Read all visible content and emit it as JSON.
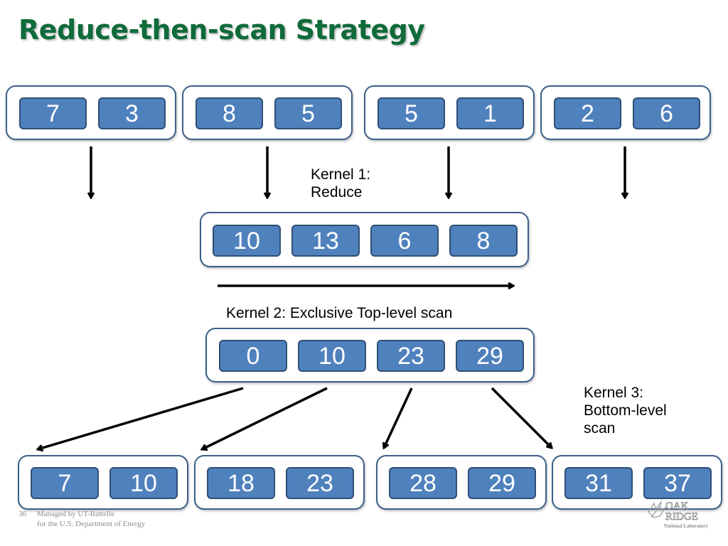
{
  "title": "Reduce-then-scan Strategy",
  "input_groups": [
    {
      "values": [
        "7",
        "3"
      ]
    },
    {
      "values": [
        "8",
        "5"
      ]
    },
    {
      "values": [
        "5",
        "1"
      ]
    },
    {
      "values": [
        "2",
        "6"
      ]
    }
  ],
  "reduced_values": [
    "10",
    "13",
    "6",
    "8"
  ],
  "scanned_values": [
    "0",
    "10",
    "23",
    "29"
  ],
  "output_groups": [
    {
      "values": [
        "7",
        "10"
      ]
    },
    {
      "values": [
        "18",
        "23"
      ]
    },
    {
      "values": [
        "28",
        "29"
      ]
    },
    {
      "values": [
        "31",
        "37"
      ]
    }
  ],
  "labels": {
    "kernel1_line1": "Kernel 1:",
    "kernel1_line2": "Reduce",
    "kernel2": "Kernel 2: Exclusive Top-level scan",
    "kernel3_line1": "Kernel 3:",
    "kernel3_line2": "Bottom-level",
    "kernel3_line3": "scan"
  },
  "footer": {
    "slide_number": "36",
    "line1": "Managed by UT-Battelle",
    "line2": "for the U.S. Department of Energy"
  },
  "logo": {
    "line1": "OAK",
    "line2": "RIDGE",
    "line3": "National Laboratory"
  },
  "colors": {
    "title": "#0f6b3a",
    "cell_fill": "#4f81bd",
    "cell_border": "#2f4f75",
    "group_border": "#3b5f88"
  }
}
